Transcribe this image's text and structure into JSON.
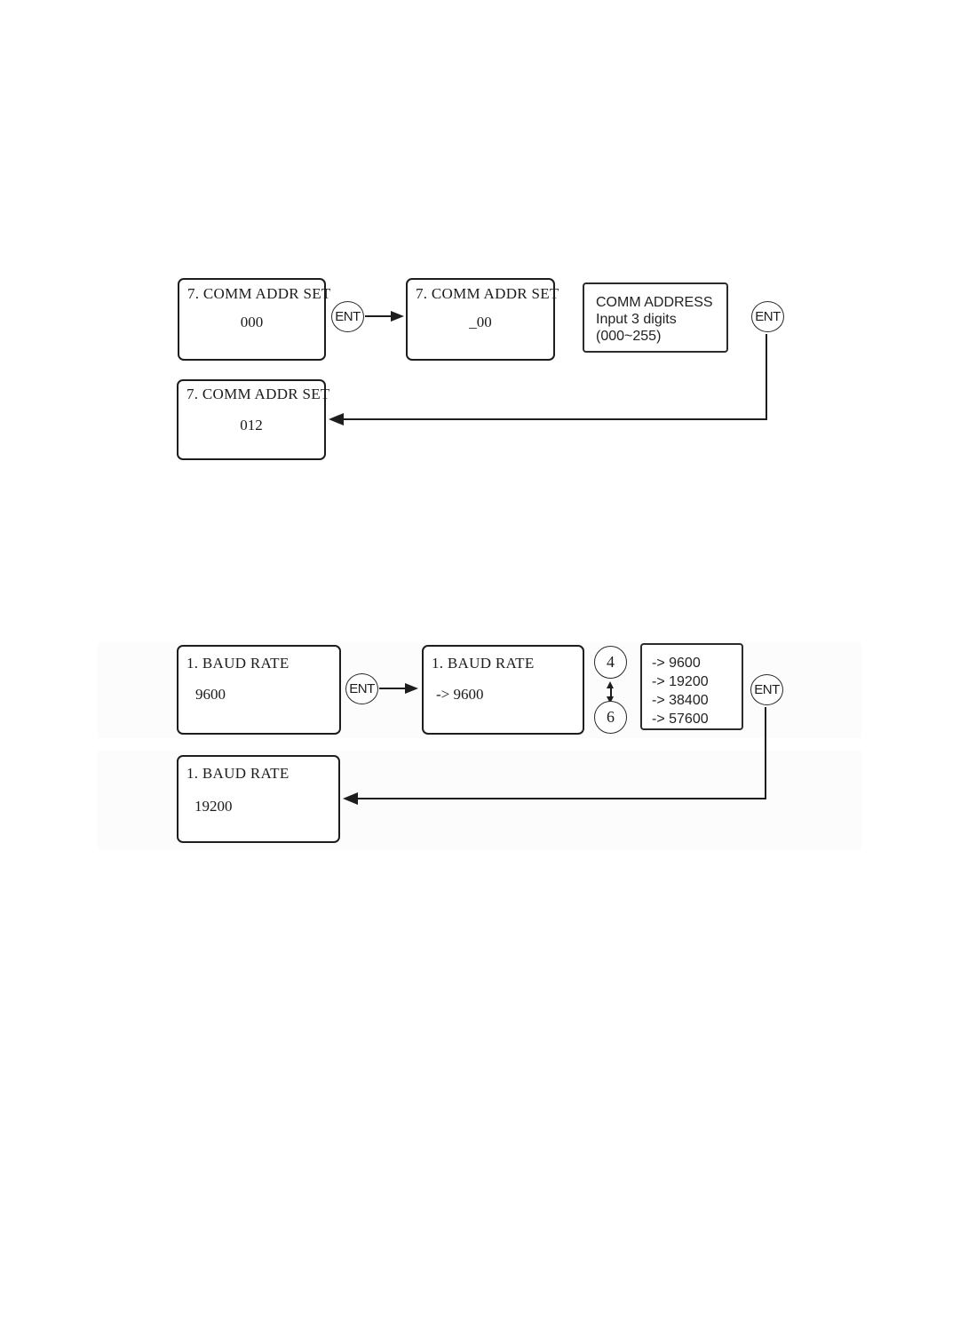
{
  "colors": {
    "ink": "#1c1c1c",
    "background": "#ffffff"
  },
  "comm_addr_flow": {
    "screen_initial": {
      "title": "7. COMM ADDR SET",
      "value": "000"
    },
    "ent_key_1": "ENT",
    "screen_edit": {
      "title": "7. COMM ADDR SET",
      "value": "_00"
    },
    "info_box": {
      "lines": [
        "COMM ADDRESS",
        "Input 3 digits",
        "(000~255)"
      ]
    },
    "ent_key_2": "ENT",
    "screen_result": {
      "title": "7. COMM ADDR SET",
      "value": "012"
    }
  },
  "baud_rate_flow": {
    "screen_initial": {
      "title": "1. BAUD RATE",
      "value": "9600"
    },
    "ent_key_1": "ENT",
    "screen_edit": {
      "title": "1. BAUD RATE",
      "value": "-> 9600"
    },
    "key_up": "4",
    "key_down": "6",
    "options_box": {
      "lines": [
        "-> 9600",
        "-> 19200",
        "-> 38400",
        "-> 57600"
      ]
    },
    "ent_key_2": "ENT",
    "screen_result": {
      "title": "1. BAUD RATE",
      "value": "19200"
    }
  }
}
